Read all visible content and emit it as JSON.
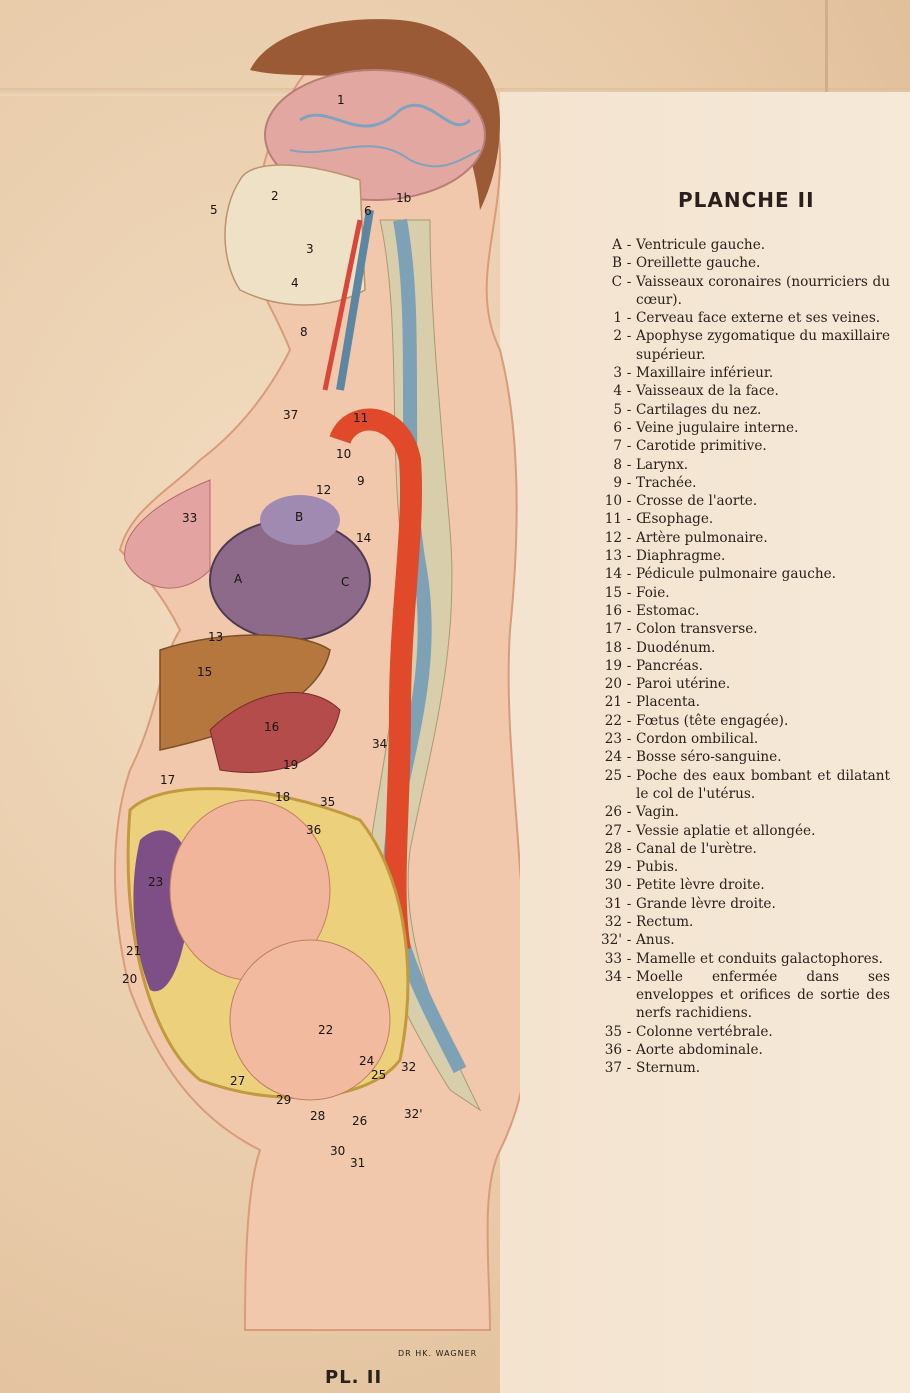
{
  "title": "PLANCHE II",
  "legend": [
    {
      "key": "A",
      "text": "Ventricule gauche."
    },
    {
      "key": "B",
      "text": "Oreillette gauche."
    },
    {
      "key": "C",
      "text": "Vaisseaux coronaires (nourriciers du cœur)."
    },
    {
      "key": "1",
      "text": "Cerveau face externe et ses veines."
    },
    {
      "key": "2",
      "text": "Apophyse zygomatique du maxillaire supérieur."
    },
    {
      "key": "3",
      "text": "Maxillaire inférieur."
    },
    {
      "key": "4",
      "text": "Vaisseaux de la face."
    },
    {
      "key": "5",
      "text": "Cartilages du nez."
    },
    {
      "key": "6",
      "text": "Veine jugulaire interne."
    },
    {
      "key": "7",
      "text": "Carotide primitive."
    },
    {
      "key": "8",
      "text": "Larynx."
    },
    {
      "key": "9",
      "text": "Trachée."
    },
    {
      "key": "10",
      "text": "Crosse de l'aorte."
    },
    {
      "key": "11",
      "text": "Œsophage."
    },
    {
      "key": "12",
      "text": "Artère pulmonaire."
    },
    {
      "key": "13",
      "text": "Diaphragme."
    },
    {
      "key": "14",
      "text": "Pédicule pulmonaire gauche."
    },
    {
      "key": "15",
      "text": "Foie."
    },
    {
      "key": "16",
      "text": "Estomac."
    },
    {
      "key": "17",
      "text": "Colon transverse."
    },
    {
      "key": "18",
      "text": "Duodénum."
    },
    {
      "key": "19",
      "text": "Pancréas."
    },
    {
      "key": "20",
      "text": "Paroi utérine."
    },
    {
      "key": "21",
      "text": "Placenta."
    },
    {
      "key": "22",
      "text": "Fœtus (tête engagée)."
    },
    {
      "key": "23",
      "text": "Cordon ombilical."
    },
    {
      "key": "24",
      "text": "Bosse séro-sanguine."
    },
    {
      "key": "25",
      "text": "Poche des eaux bombant et dilatant le col de l'utérus."
    },
    {
      "key": "26",
      "text": "Vagin."
    },
    {
      "key": "27",
      "text": "Vessie aplatie et allongée."
    },
    {
      "key": "28",
      "text": "Canal de l'urètre."
    },
    {
      "key": "29",
      "text": "Pubis."
    },
    {
      "key": "30",
      "text": "Petite lèvre droite."
    },
    {
      "key": "31",
      "text": "Grande lèvre droite."
    },
    {
      "key": "32",
      "text": "Rectum."
    },
    {
      "key": "32'",
      "text": "Anus."
    },
    {
      "key": "33",
      "text": "Mamelle et conduits galactophores."
    },
    {
      "key": "34",
      "text": "Moelle enfermée dans ses enveloppes et orifices de sortie des nerfs rachidiens."
    },
    {
      "key": "35",
      "text": "Colonne vertébrale."
    },
    {
      "key": "36",
      "text": "Aorte abdominale."
    },
    {
      "key": "37",
      "text": "Sternum."
    }
  ],
  "figure_labels": [
    "1",
    "1b",
    "2",
    "3",
    "4",
    "5",
    "6",
    "8",
    "10",
    "11",
    "12",
    "9",
    "B",
    "A",
    "C",
    "14",
    "13",
    "15",
    "16",
    "17",
    "18",
    "19",
    "33",
    "34",
    "35",
    "36",
    "37",
    "21",
    "20",
    "22",
    "23",
    "24",
    "25",
    "27",
    "29",
    "28",
    "26",
    "30",
    "31",
    "32",
    "32'"
  ],
  "credit": "DR HK. WAGNER",
  "plate": "PL. II",
  "colors": {
    "skin": "#f0c3a6",
    "brain": "#e2a7a0",
    "hair": "#9a5a35",
    "aorta": "#e0492a",
    "spine": "#c9c1a0",
    "cord": "#8fb0c2",
    "liver": "#b5773e",
    "heart": "#8d6a8a",
    "placenta": "#7e4f86"
  }
}
